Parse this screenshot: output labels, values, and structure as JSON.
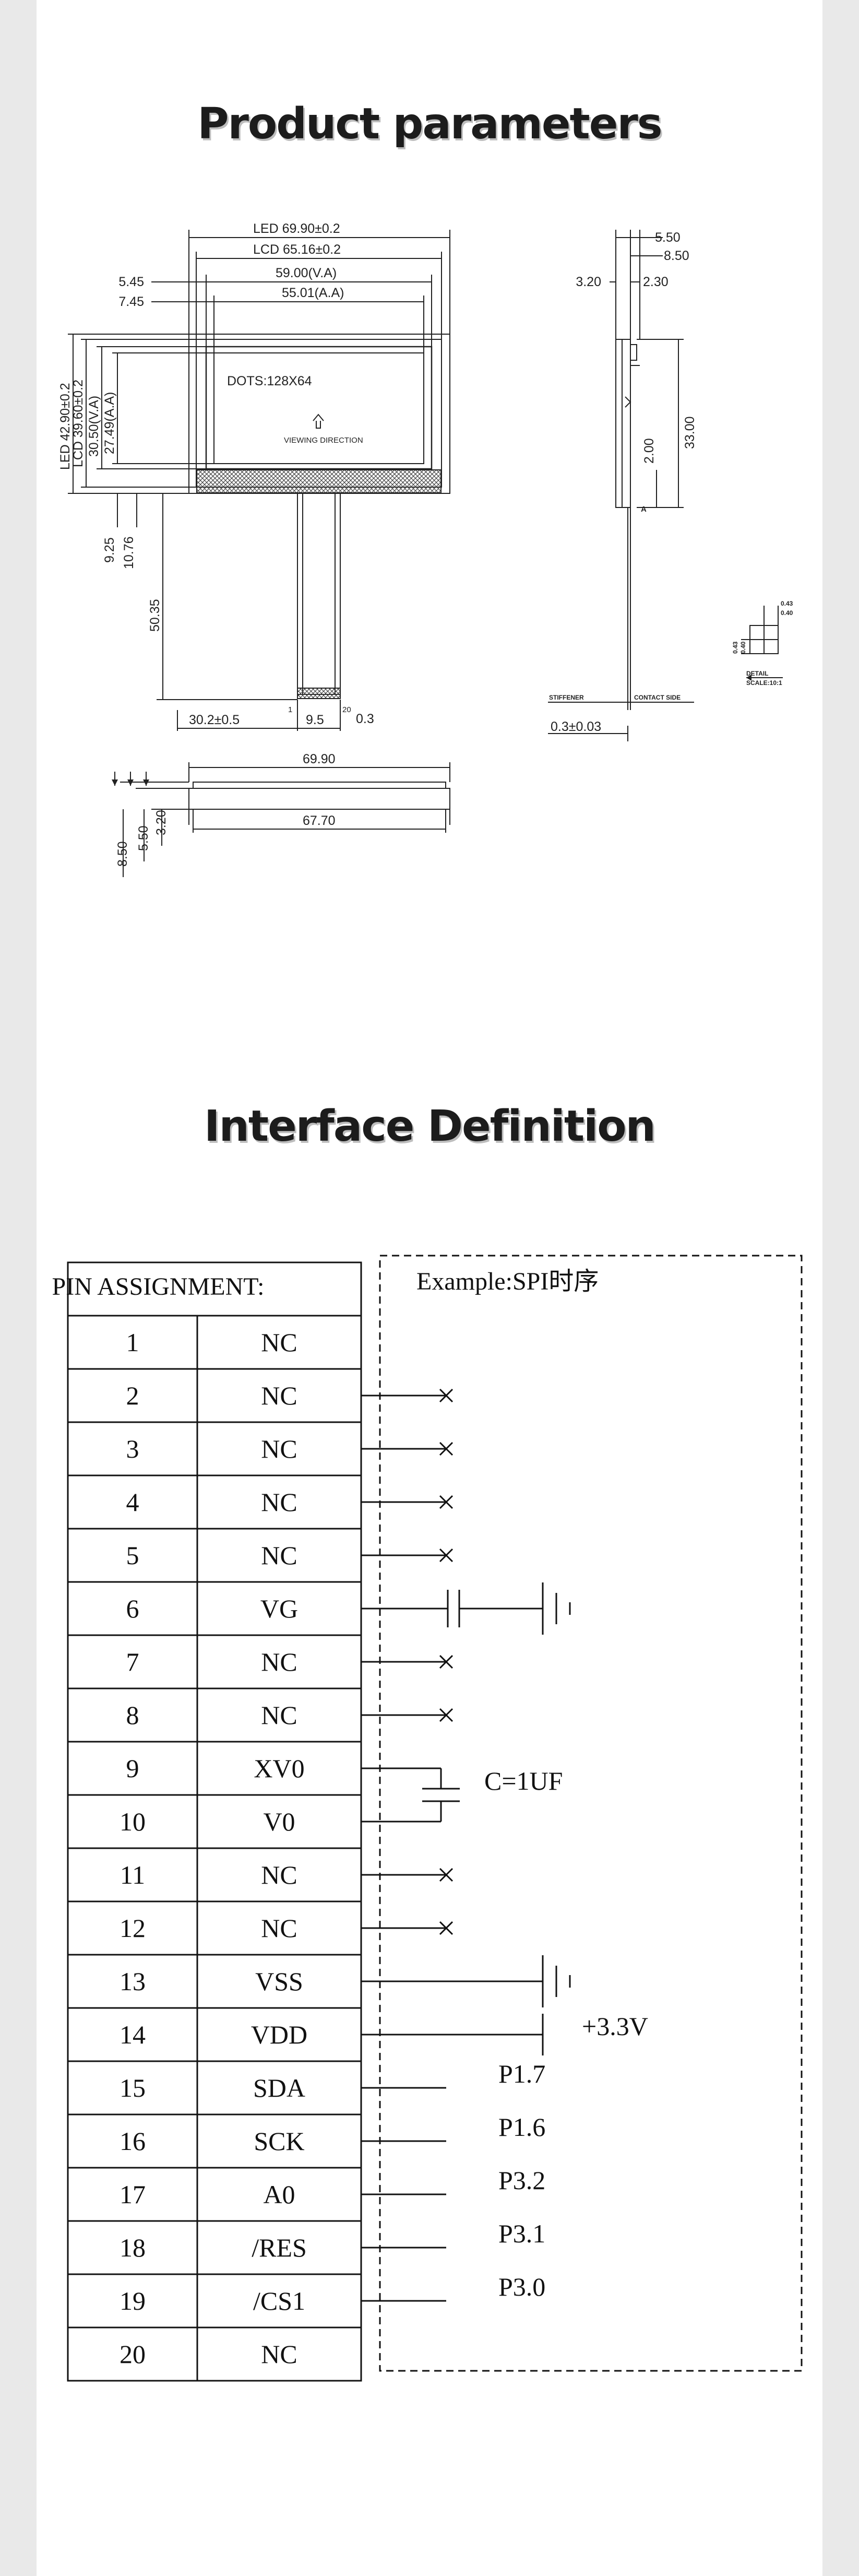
{
  "titles": {
    "product": "Product parameters",
    "interface": "Interface Definition"
  },
  "drawing": {
    "front": {
      "led_w": "LED 69.90±0.2",
      "lcd_w": "LCD 65.16±0.2",
      "va_w": "59.00(V.A)",
      "aa_w": "55.01(A.A)",
      "left_545": "5.45",
      "left_745": "7.45",
      "led_h": "LED 42.90±0.2",
      "lcd_h": "LCD 39.60±0.2",
      "va_h": "30.50(V.A)",
      "aa_h": "27.49(A.A)",
      "dots": "DOTS:128X64",
      "viewing": "VIEWING DIRECTION",
      "dim_925": "9.25",
      "dim_1076": "10.76",
      "dim_5035": "50.35",
      "pin1": "1",
      "pin20": "20",
      "dim_302": "30.2±0.5",
      "dim_95": "9.5",
      "dim_03": "0.3"
    },
    "side": {
      "d550": "5.50",
      "d850": "8.50",
      "d320": "3.20",
      "d230": "2.30",
      "d3300": "33.00",
      "d200": "2.00",
      "markA": "A",
      "stiffener": "STIFFENER",
      "contact": "CONTACT SIDE",
      "d03": "0.3±0.03"
    },
    "detail": {
      "d043": "0.43",
      "d040": "0.40",
      "detail_label": "DETAIL",
      "scale": "SCALE:10:1"
    },
    "bottom": {
      "w6990": "69.90",
      "w6770": "67.70",
      "h850": "8.50",
      "h550": "5.50",
      "h320": "3.20"
    }
  },
  "interface": {
    "header": "PIN ASSIGNMENT:",
    "example": "Example:SPI时序",
    "pins": [
      {
        "no": "1",
        "name": "NC"
      },
      {
        "no": "2",
        "name": "NC"
      },
      {
        "no": "3",
        "name": "NC"
      },
      {
        "no": "4",
        "name": "NC"
      },
      {
        "no": "5",
        "name": "NC"
      },
      {
        "no": "6",
        "name": "VG"
      },
      {
        "no": "7",
        "name": "NC"
      },
      {
        "no": "8",
        "name": "NC"
      },
      {
        "no": "9",
        "name": "XV0"
      },
      {
        "no": "10",
        "name": "V0"
      },
      {
        "no": "11",
        "name": "NC"
      },
      {
        "no": "12",
        "name": "NC"
      },
      {
        "no": "13",
        "name": "VSS"
      },
      {
        "no": "14",
        "name": "VDD"
      },
      {
        "no": "15",
        "name": "SDA"
      },
      {
        "no": "16",
        "name": "SCK"
      },
      {
        "no": "17",
        "name": "A0"
      },
      {
        "no": "18",
        "name": "/RES"
      },
      {
        "no": "19",
        "name": "/CS1"
      },
      {
        "no": "20",
        "name": "NC"
      }
    ],
    "cap_label": "C=1UF",
    "vdd_label": "+3.3V",
    "ports": [
      "P1.7",
      "P1.6",
      "P3.2",
      "P3.1",
      "P3.0"
    ]
  }
}
